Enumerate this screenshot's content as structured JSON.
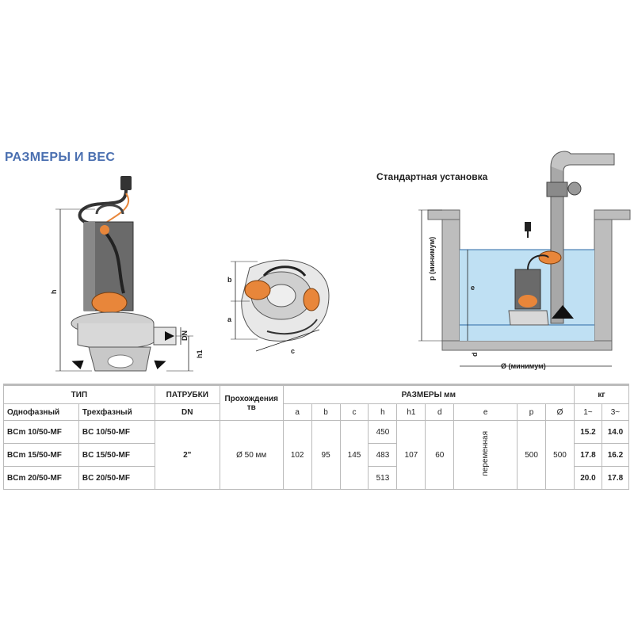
{
  "section_title": "РАЗМЕРЫ И ВЕС",
  "install_caption": "Стандартная установка",
  "pump_labels": {
    "h": "h",
    "h1": "h1",
    "dn": "DN"
  },
  "impeller_labels": {
    "a": "a",
    "b": "b",
    "c": "c"
  },
  "install_labels": {
    "p": "p (минимум)",
    "e": "e",
    "d": "d",
    "diameter": "Ø (минимум)"
  },
  "colors": {
    "title": "#4a6fb0",
    "water": "#bfe0f3",
    "float": "#e8863a",
    "pump_body": "#6a6a6a",
    "base": "#c8c8c8"
  },
  "table": {
    "header": {
      "type": "ТИП",
      "ports": "ПАТРУБКИ",
      "passage": "Прохождения тв",
      "dims": "РАЗМЕРЫ мм",
      "weight": "кг",
      "single_phase": "Однофазный",
      "three_phase": "Трехфазный",
      "dn": "DN",
      "cols": [
        "a",
        "b",
        "c",
        "h",
        "h1",
        "d",
        "e",
        "p",
        "Ø"
      ],
      "w1": "1~",
      "w3": "3~"
    },
    "shared": {
      "dn": "2\"",
      "passage": "Ø 50 мм",
      "a": "102",
      "b": "95",
      "c": "145",
      "h1": "107",
      "d": "60",
      "e": "переменная",
      "p": "500",
      "diam": "500"
    },
    "rows": [
      {
        "single": "BCm 10/50-MF",
        "three": "BC 10/50-MF",
        "h": "450",
        "w1": "15.2",
        "w3": "14.0"
      },
      {
        "single": "BCm 15/50-MF",
        "three": "BC 15/50-MF",
        "h": "483",
        "w1": "17.8",
        "w3": "16.2"
      },
      {
        "single": "BCm 20/50-MF",
        "three": "BC 20/50-MF",
        "h": "513",
        "w1": "20.0",
        "w3": "17.8"
      }
    ]
  }
}
